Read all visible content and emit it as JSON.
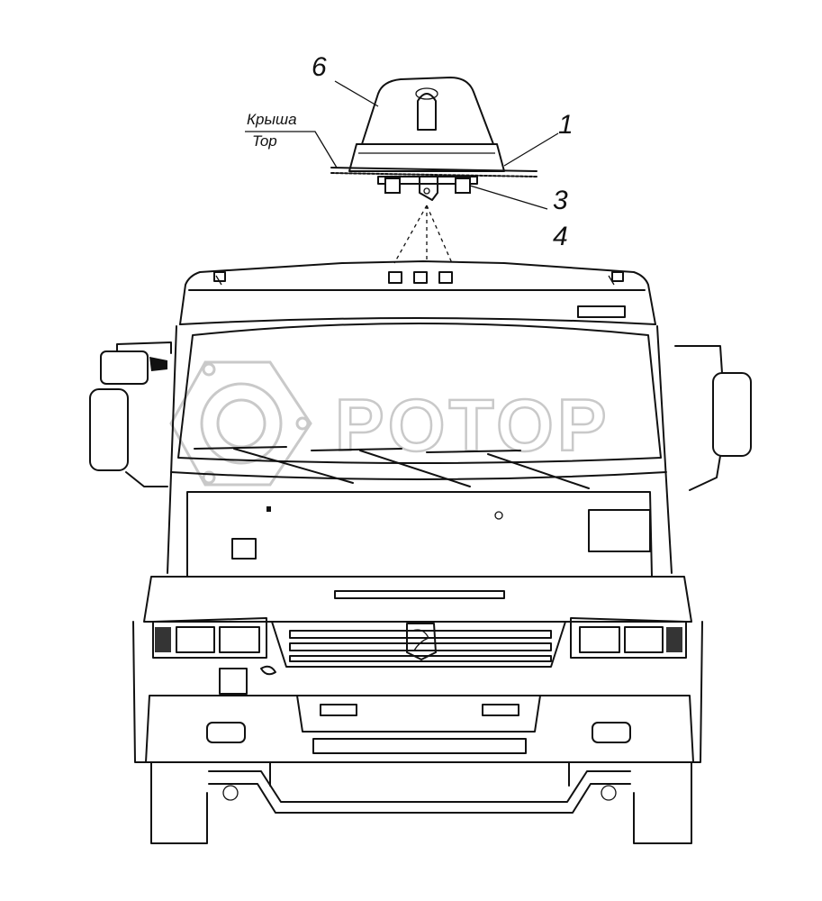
{
  "labels": {
    "callout_6": "6",
    "callout_1": "1",
    "callout_3": "3",
    "callout_4": "4",
    "roof_ru": "Крыша",
    "roof_en": "Top"
  },
  "watermark": {
    "text": "POTOP",
    "color": "#c9c9c9"
  },
  "colors": {
    "line": "#111111",
    "background": "#ffffff"
  }
}
